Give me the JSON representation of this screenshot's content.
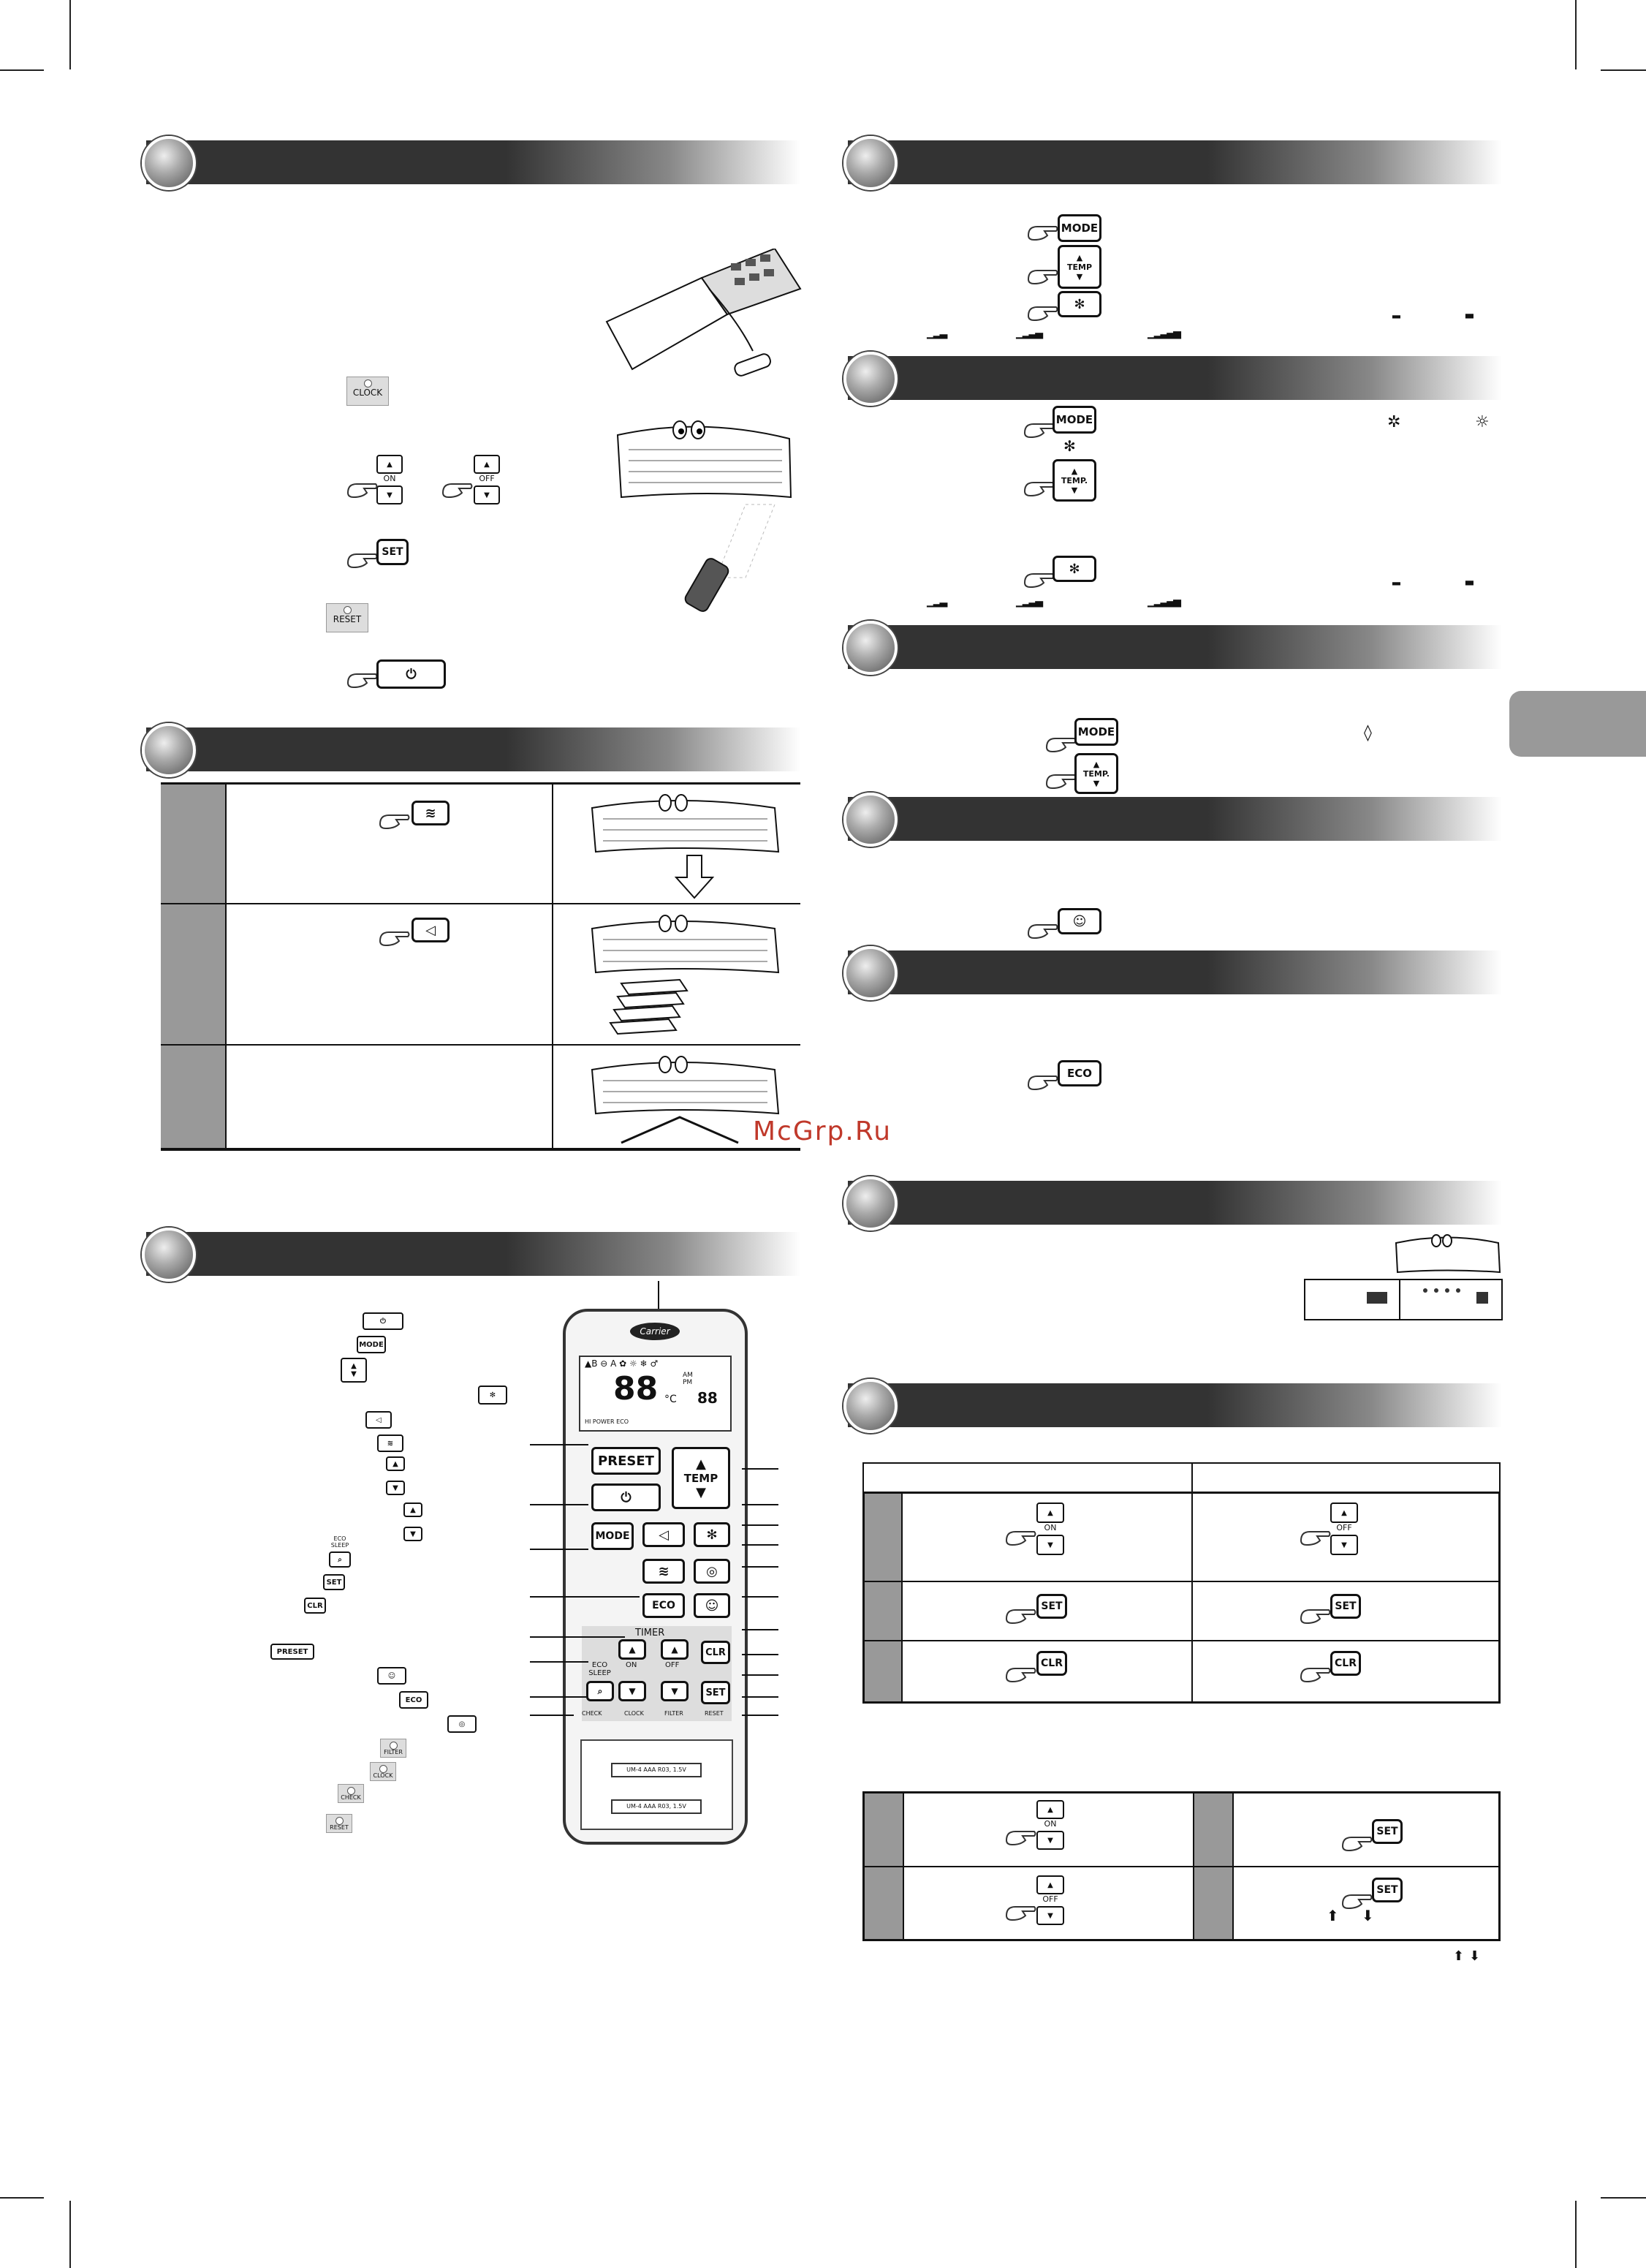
{
  "watermark": "McGrp.Ru",
  "keys": {
    "clock": "CLOCK",
    "on": "ON",
    "off": "OFF",
    "set": "SET",
    "reset": "RESET",
    "mode": "MODE",
    "temp": "TEMP",
    "temp_dot": "TEMP.",
    "eco": "ECO",
    "eco_sleep": "ECO\nSLEEP",
    "clr": "CLR",
    "preset": "PRESET",
    "filter": "FILTER",
    "check": "CHECK",
    "timer": "TIMER"
  },
  "remote": {
    "brand": "Carrier",
    "lcd_digits": "88",
    "lcd_unit": "°C",
    "lcd_am": "AM",
    "lcd_pm": "PM",
    "lcd_small_digits": "88",
    "lcd_hipower": "HI POWER ECO",
    "preset": "PRESET",
    "temp": "TEMP",
    "mode": "MODE",
    "eco": "ECO",
    "timer": "TIMER",
    "eco_sleep": "ECO SLEEP",
    "on": "ON",
    "off": "OFF",
    "clr": "CLR",
    "set": "SET",
    "check": "CHECK",
    "clock": "CLOCK",
    "filter": "FILTER",
    "reset": "RESET",
    "battery1": "UM-4 AAA R03, 1.5V",
    "battery2": "UM-4 AAA R03, 1.5V"
  },
  "battery_label": "R03 1.5V"
}
